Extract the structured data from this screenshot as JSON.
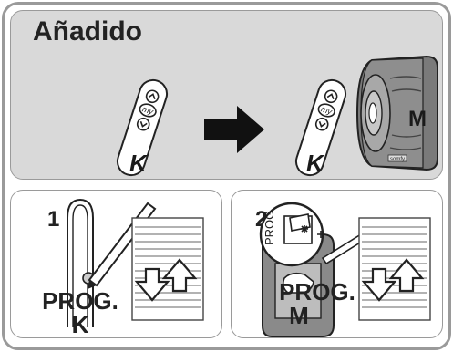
{
  "top": {
    "title": "Añadido",
    "remote_letter": "K",
    "motor_letter": "M",
    "my_button": "my",
    "motor_badge": "somfy"
  },
  "step1": {
    "number": "1",
    "label": "PROG.",
    "letter": "K"
  },
  "step2": {
    "number": "2",
    "label": "PROG.",
    "letter": "M",
    "prog_text": "PROG"
  },
  "colors": {
    "border": "#9a9a9a",
    "top_panel_bg": "#d9d9d9",
    "arrow": "#111111"
  }
}
